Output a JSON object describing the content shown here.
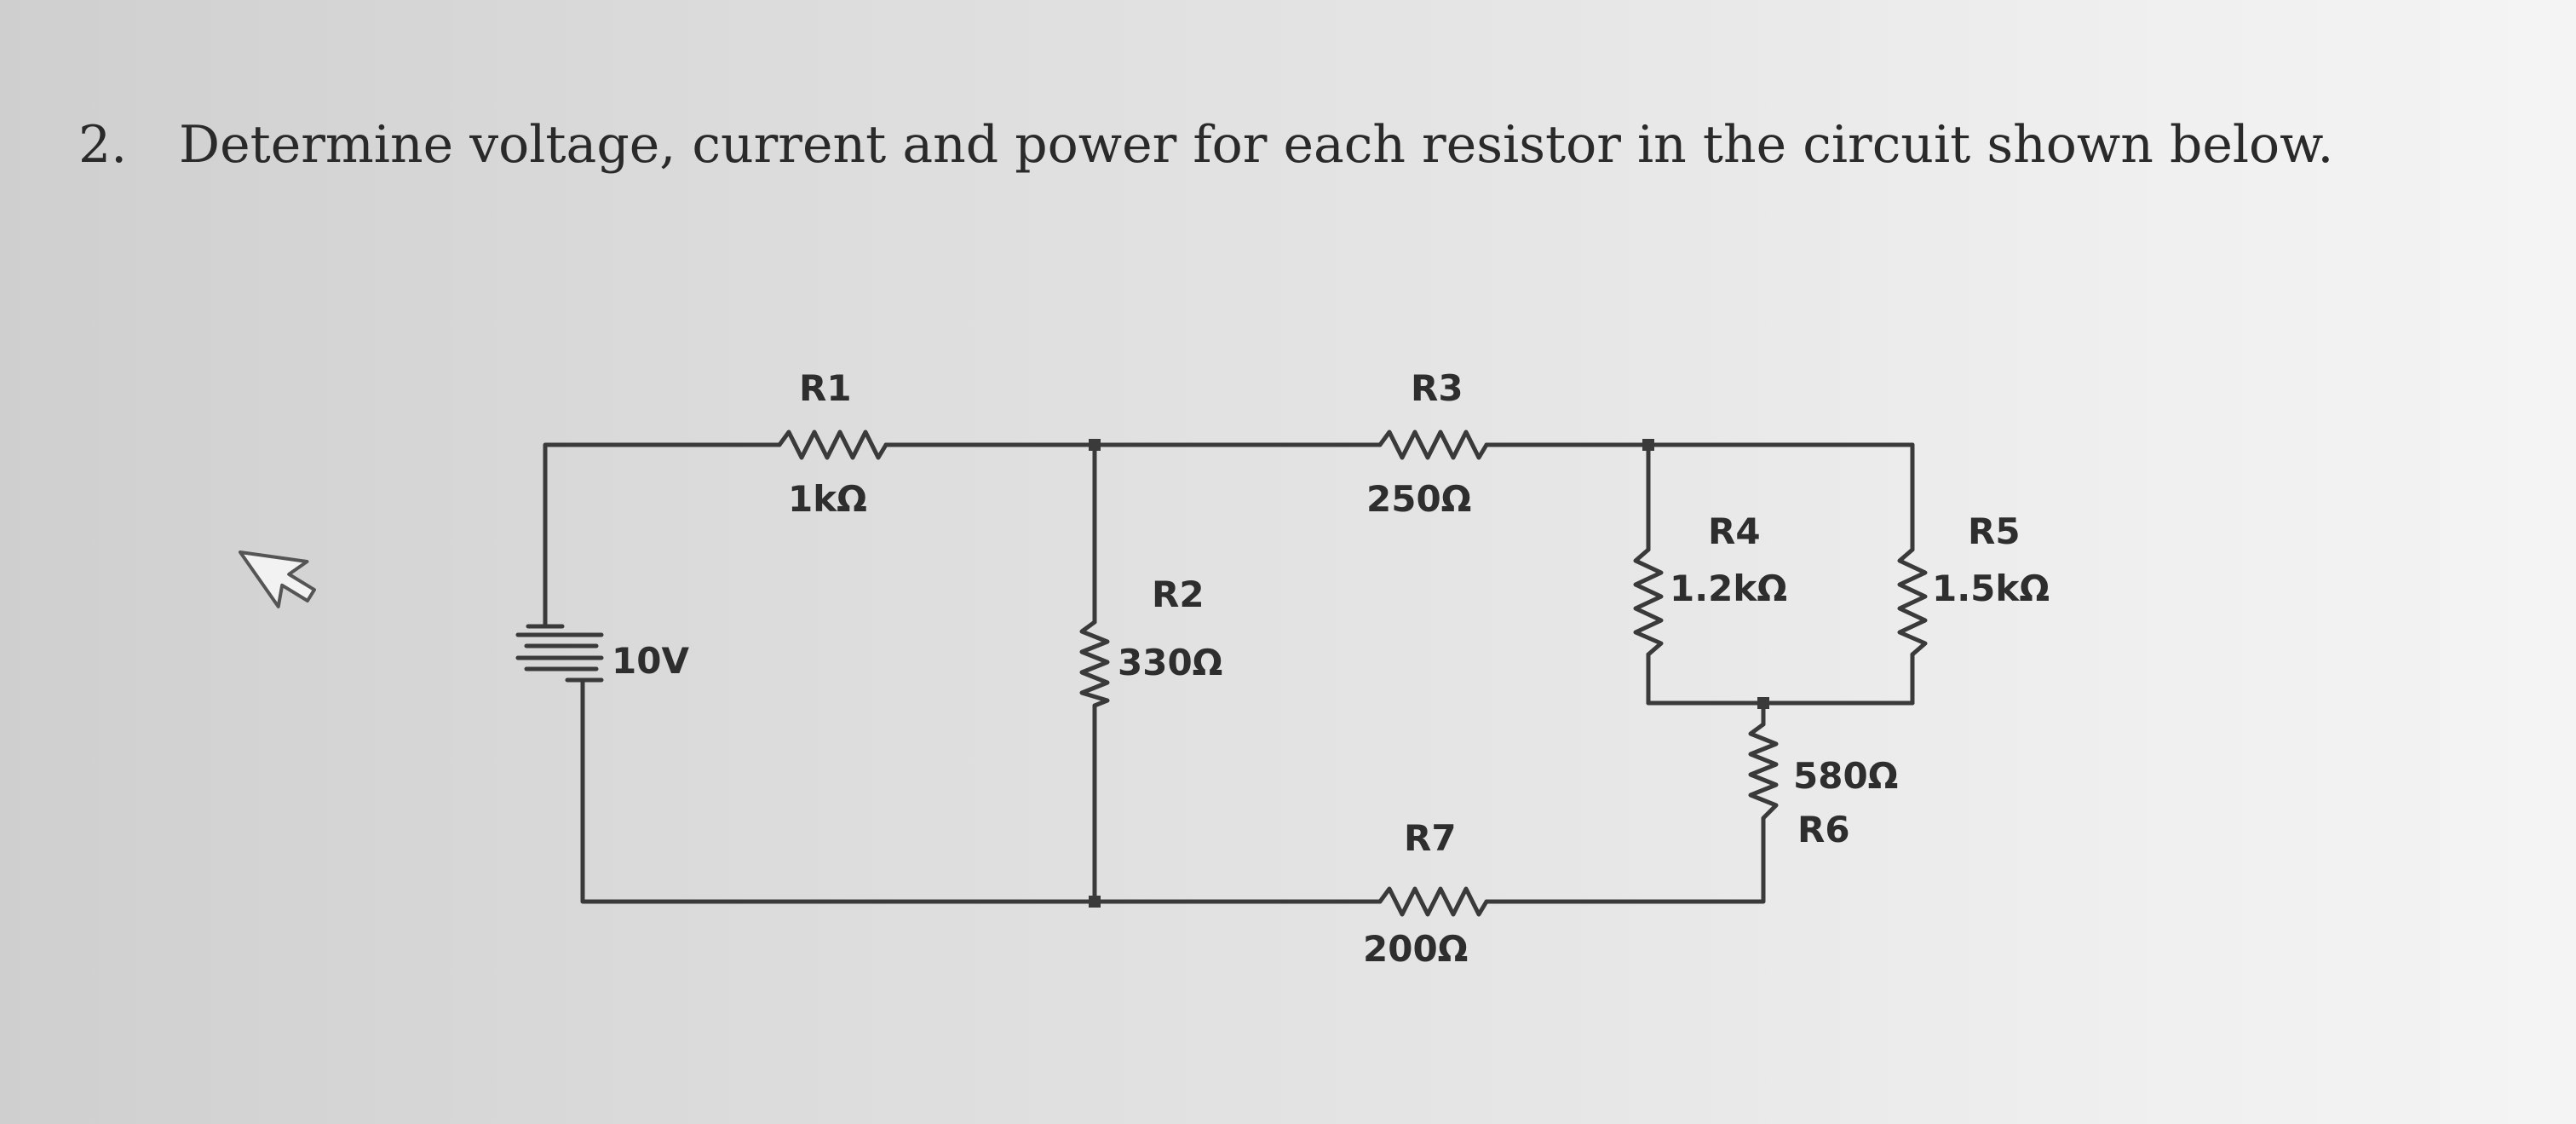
{
  "question": {
    "number": "2.",
    "text": "Determine voltage, current and power for each resistor in the circuit shown below."
  },
  "circuit": {
    "source": {
      "label": "10V"
    },
    "resistors": {
      "r1": {
        "name": "R1",
        "value": "1kΩ"
      },
      "r2": {
        "name": "R2",
        "value": "330Ω"
      },
      "r3": {
        "name": "R3",
        "value": "250Ω"
      },
      "r4": {
        "name": "R4",
        "value": "1.2kΩ"
      },
      "r5": {
        "name": "R5",
        "value": "1.5kΩ"
      },
      "r6": {
        "name": "R6",
        "value": "580Ω"
      },
      "r7": {
        "name": "R7",
        "value": "200Ω"
      }
    }
  }
}
